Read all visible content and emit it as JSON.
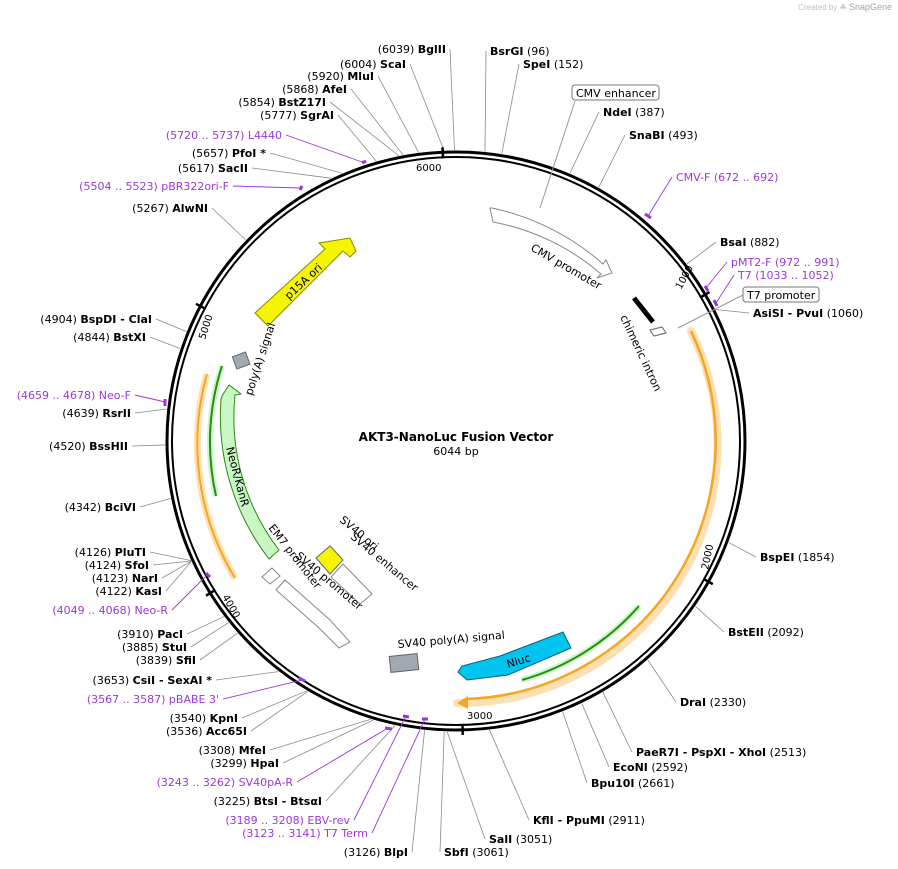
{
  "credit": {
    "prefix": "Created by",
    "brand": "SnapGene"
  },
  "title": "AKT3-NanoLuc Fusion Vector",
  "size_label": "6044 bp",
  "total_bp": 6044,
  "ticks": [
    {
      "bp": 1000,
      "label": "1000"
    },
    {
      "bp": 2000,
      "label": "2000"
    },
    {
      "bp": 3000,
      "label": "3000"
    },
    {
      "bp": 4000,
      "label": "4000"
    },
    {
      "bp": 5000,
      "label": "5000"
    },
    {
      "bp": 6000,
      "label": "6000"
    }
  ],
  "sites": [
    {
      "id": "bglii",
      "left": "(6039)",
      "name": "BglII",
      "right": "",
      "bp": 6039
    },
    {
      "id": "scai",
      "left": "(6004)",
      "name": "ScaI",
      "right": "",
      "bp": 6004
    },
    {
      "id": "mlui",
      "left": "(5920)",
      "name": "MluI",
      "right": "",
      "bp": 5920
    },
    {
      "id": "afei",
      "left": "(5868)",
      "name": "AfeI",
      "right": "",
      "bp": 5868
    },
    {
      "id": "bstz17i",
      "left": "(5854)",
      "name": "BstZ17I",
      "right": "",
      "bp": 5854
    },
    {
      "id": "sgrai",
      "left": "(5777)",
      "name": "SgrAI",
      "right": "",
      "bp": 5777
    },
    {
      "id": "pfoi",
      "left": "(5657)",
      "name": "PfoI *",
      "right": "",
      "bp": 5657
    },
    {
      "id": "sacii",
      "left": "(5617)",
      "name": "SacII",
      "right": "",
      "bp": 5617
    },
    {
      "id": "alwni",
      "left": "(5267)",
      "name": "AlwNI",
      "right": "",
      "bp": 5267
    },
    {
      "id": "bspdi",
      "left": "(4904)",
      "name": "BspDI  - ClaI",
      "right": "",
      "bp": 4904
    },
    {
      "id": "bstxi",
      "left": "(4844)",
      "name": "BstXI",
      "right": "",
      "bp": 4844
    },
    {
      "id": "rsrii",
      "left": "(4639)",
      "name": "RsrII",
      "right": "",
      "bp": 4639
    },
    {
      "id": "bsshii",
      "left": "(4520)",
      "name": "BssHII",
      "right": "",
      "bp": 4520
    },
    {
      "id": "bcivi",
      "left": "(4342)",
      "name": "BciVI",
      "right": "",
      "bp": 4342
    },
    {
      "id": "pluti",
      "left": "(4126)",
      "name": "PluTI",
      "right": "",
      "bp": 4126
    },
    {
      "id": "sfoi",
      "left": "(4124)",
      "name": "SfoI",
      "right": "",
      "bp": 4124
    },
    {
      "id": "nari",
      "left": "(4123)",
      "name": "NarI",
      "right": "",
      "bp": 4123
    },
    {
      "id": "kasi",
      "left": "(4122)",
      "name": "KasI",
      "right": "",
      "bp": 4122
    },
    {
      "id": "paci",
      "left": "(3910)",
      "name": "PacI",
      "right": "",
      "bp": 3910
    },
    {
      "id": "stui",
      "left": "(3885)",
      "name": "StuI",
      "right": "",
      "bp": 3885
    },
    {
      "id": "sfii",
      "left": "(3839)",
      "name": "SfiI",
      "right": "",
      "bp": 3839
    },
    {
      "id": "csii",
      "left": "(3653)",
      "name": "CsiI  - SexAI *",
      "right": "",
      "bp": 3653
    },
    {
      "id": "kpni",
      "left": "(3540)",
      "name": "KpnI",
      "right": "",
      "bp": 3540
    },
    {
      "id": "acc65i",
      "left": "(3536)",
      "name": "Acc65I",
      "right": "",
      "bp": 3536
    },
    {
      "id": "mfei",
      "left": "(3308)",
      "name": "MfeI",
      "right": "",
      "bp": 3308
    },
    {
      "id": "hpai",
      "left": "(3299)",
      "name": "HpaI",
      "right": "",
      "bp": 3299
    },
    {
      "id": "btsi",
      "left": "(3225)",
      "name": "BtsI  - BtsαI",
      "right": "",
      "bp": 3225
    },
    {
      "id": "blpi",
      "left": "(3126)",
      "name": "BlpI",
      "right": "",
      "bp": 3126
    },
    {
      "id": "sbfi",
      "left": "",
      "name": "SbfI",
      "right": "(3061)",
      "bp": 3061
    },
    {
      "id": "sali",
      "left": "",
      "name": "SalI",
      "right": "(3051)",
      "bp": 3051
    },
    {
      "id": "kfli",
      "left": "",
      "name": "KflI  - PpuMI",
      "right": "(2911)",
      "bp": 2911
    },
    {
      "id": "bpu10i",
      "left": "",
      "name": "Bpu10I",
      "right": "(2661)",
      "bp": 2661
    },
    {
      "id": "econi",
      "left": "",
      "name": "EcoNI",
      "right": "(2592)",
      "bp": 2592
    },
    {
      "id": "paer7i",
      "left": "",
      "name": "PaeR7I  - PspXI  - XhoI",
      "right": "(2513)",
      "bp": 2513
    },
    {
      "id": "drai",
      "left": "",
      "name": "DraI",
      "right": "(2330)",
      "bp": 2330
    },
    {
      "id": "bsteii",
      "left": "",
      "name": "BstEII",
      "right": "(2092)",
      "bp": 2092
    },
    {
      "id": "bspei",
      "left": "",
      "name": "BspEI",
      "right": "(1854)",
      "bp": 1854
    },
    {
      "id": "asisi",
      "left": "",
      "name": "AsiSI  - PvuI",
      "right": "(1060)",
      "bp": 1060
    },
    {
      "id": "bsai",
      "left": "",
      "name": "BsaI",
      "right": "(882)",
      "bp": 882
    },
    {
      "id": "snabi",
      "left": "",
      "name": "SnaBI",
      "right": "(493)",
      "bp": 493
    },
    {
      "id": "ndei",
      "left": "",
      "name": "NdeI",
      "right": "(387)",
      "bp": 387
    },
    {
      "id": "spei",
      "left": "",
      "name": "SpeI",
      "right": "(152)",
      "bp": 152
    },
    {
      "id": "bsrgi",
      "left": "",
      "name": "BsrGI",
      "right": "(96)",
      "bp": 96
    }
  ],
  "primers": [
    {
      "id": "l4440",
      "text": "(5720 .. 5737)  L4440",
      "bp": 5728
    },
    {
      "id": "pbr322ori-f",
      "text": "(5504 .. 5523)  pBR322ori-F",
      "bp": 5513
    },
    {
      "id": "neo-f",
      "text": "(4659 .. 4678)  Neo-F",
      "bp": 4668
    },
    {
      "id": "neo-r",
      "text": "(4049 .. 4068)  Neo-R",
      "bp": 4058
    },
    {
      "id": "pbabe3",
      "text": "(3567 .. 3587)  pBABE 3'",
      "bp": 3577
    },
    {
      "id": "sv40pa-r",
      "text": "(3243 .. 3262)  SV40pA-R",
      "bp": 3252
    },
    {
      "id": "ebv-rev",
      "text": "(3189 .. 3208)  EBV-rev",
      "bp": 3198
    },
    {
      "id": "t7term",
      "text": "(3123 .. 3141)  T7 Term",
      "bp": 3132
    },
    {
      "id": "cmv-f",
      "text": "CMV-F    (672 .. 692)",
      "bp": 682
    },
    {
      "id": "pmt2-f",
      "text": "pMT2-F    (972 .. 991)",
      "bp": 981
    },
    {
      "id": "t7",
      "text": "T7    (1033 .. 1052)",
      "bp": 1042
    }
  ],
  "boxed_labels": [
    {
      "id": "cmv-enhancer",
      "text": "CMV enhancer"
    },
    {
      "id": "t7-promoter",
      "text": "T7 promoter"
    }
  ],
  "features": [
    {
      "id": "cmv-promoter",
      "label": "CMV promoter",
      "color": "#ffffff"
    },
    {
      "id": "chimeric-intron",
      "label": "chimeric intron",
      "color": "#000000"
    },
    {
      "id": "akt3",
      "label": "",
      "color": "#f5a623"
    },
    {
      "id": "nluc",
      "label": "Nluc",
      "color": "#00c4f0"
    },
    {
      "id": "sv40-polya",
      "label": "SV40 poly(A) signal",
      "color": "#a3a9b3"
    },
    {
      "id": "sv40-promoter",
      "label": "SV40 promoter",
      "color": "#ffffff"
    },
    {
      "id": "sv40-ori",
      "label": "SV40 ori",
      "color": "#f5f500"
    },
    {
      "id": "sv40-enhancer",
      "label": "SV40 enhancer",
      "color": "#ffffff"
    },
    {
      "id": "em7-promoter",
      "label": "EM7 promoter",
      "color": "#ffffff"
    },
    {
      "id": "neokanr",
      "label": "NeoR/KanR",
      "color": "#c8f7c5"
    },
    {
      "id": "polya-signal",
      "label": "poly(A) signal",
      "color": "#a3a9b3"
    },
    {
      "id": "p15a-ori",
      "label": "p15A ori",
      "color": "#f5f500"
    }
  ]
}
